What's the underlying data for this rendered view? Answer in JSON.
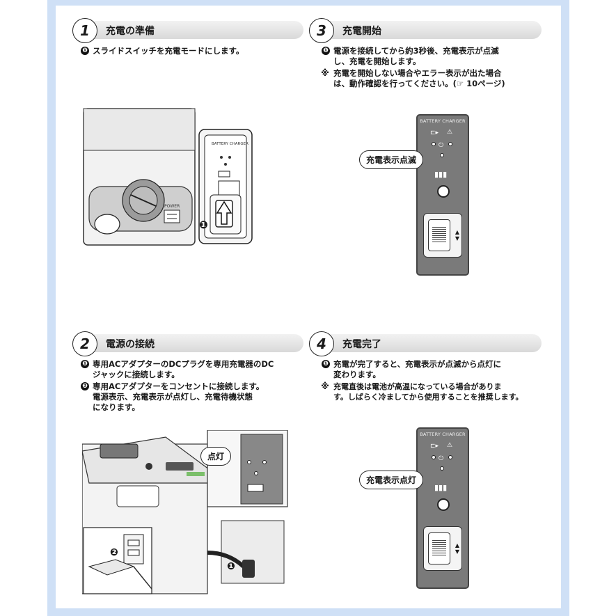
{
  "sections": [
    {
      "number": "1",
      "title": "充電の準備",
      "steps": [
        {
          "marker": "❶",
          "text": "スライドスイッチを充電モードにします。"
        }
      ],
      "callout": "❶",
      "panel_label": "BATTERY CHARGER",
      "device_label": "POWER"
    },
    {
      "number": "3",
      "title": "充電開始",
      "steps": [
        {
          "marker": "❶",
          "text": "電源を接続してから約3秒後、充電表示が点滅\nし、充電を開始します。"
        },
        {
          "marker": "※",
          "text": "充電を開始しない場合やエラー表示が出た場合\nは、動作確認を行ってください。(☞ 10ページ)"
        }
      ],
      "bubble": "充電表示点滅",
      "panel_label": "BATTERY CHARGER"
    },
    {
      "number": "2",
      "title": "電源の接続",
      "steps": [
        {
          "marker": "❶",
          "text": "専用ACアダプターのDCプラグを専用充電器のDC\nジャックに接続します。"
        },
        {
          "marker": "❷",
          "text": "専用ACアダプターをコンセントに接続します。\n電源表示、充電表示が点灯し、充電待機状態\nになります。"
        }
      ],
      "bubble": "点灯",
      "callout1": "❶",
      "callout2": "❷"
    },
    {
      "number": "4",
      "title": "充電完了",
      "steps": [
        {
          "marker": "❶",
          "text": "充電が完了すると、充電表示が点滅から点灯に\n変わります。"
        },
        {
          "marker": "※",
          "text": "充電直後は電池が高温になっている場合がありま\nす。しばらく冷ましてから使用することを推奨します。"
        }
      ],
      "bubble": "充電表示点灯",
      "panel_label": "BATTERY CHARGER"
    }
  ],
  "colors": {
    "frame": "#cfe0f6",
    "header": "#d9d9d9",
    "panel": "#7a7a7a"
  }
}
